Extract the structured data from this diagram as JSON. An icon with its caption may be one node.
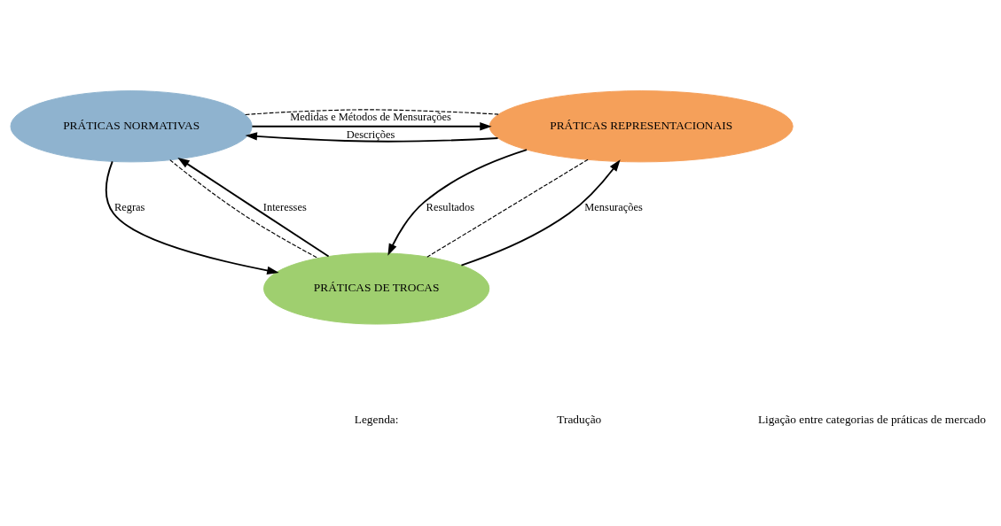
{
  "diagram": {
    "nodes": [
      {
        "text": [
          "PRÁTICAS NORMATIVAS"
        ]
      },
      {
        "text": [
          "PRÁTICAS REPRESENTACIONAIS"
        ]
      },
      {
        "text": [
          "PRÁTICAS DE TROCAS"
        ]
      }
    ],
    "edges": [
      {
        "from": 1,
        "to": 0,
        "arrow": "to",
        "label": "Descrições"
      },
      {
        "from": 0,
        "to": 1,
        "arrow": "to",
        "label": "Medidas e Métodos de Mensurações"
      },
      {
        "from": 1,
        "to": 2,
        "arrow": "to",
        "label": "Resultados"
      },
      {
        "from": 2,
        "to": 0,
        "arrow": "to",
        "label": "Interesses"
      },
      {
        "from": 0,
        "to": 2,
        "arrow": "to",
        "label": "Regras"
      },
      {
        "from": 2,
        "to": 1,
        "arrow": "to",
        "label": "Mensurações"
      },
      {
        "from": 0,
        "to": 1,
        "arrow": "none",
        "style": "dashed"
      },
      {
        "from": 1,
        "to": 2,
        "arrow": "none",
        "style": "dashed"
      },
      {
        "from": 0,
        "to": 2,
        "arrow": "none",
        "style": "dashed"
      }
    ],
    "labels": [
      "Legenda:"
    ],
    "legend": [
      {
        "text": "Tradução"
      },
      {
        "text": "Ligação entre categorias de práticas de mercado"
      }
    ]
  }
}
